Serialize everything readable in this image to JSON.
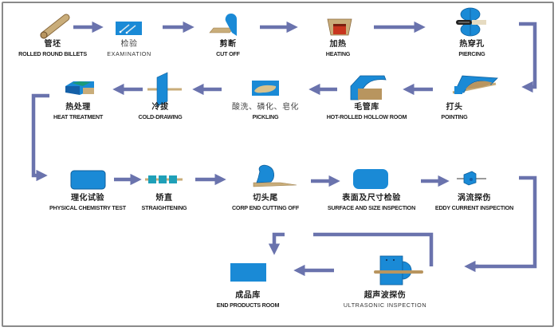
{
  "title": "Seamless steel tube production process flow",
  "colors": {
    "arrow": "#6a73ad",
    "equipment_blue": "#1a8ad6",
    "equipment_dark_blue": "#1460a8",
    "billet_tan": "#c9ad7a",
    "furnace_brown": "#a0522d",
    "furnace_red": "#c8361e",
    "frame_border": "#8a8a8a",
    "label_text": "#1e1e1e"
  },
  "steps": [
    {
      "id": "rolled-round-billets",
      "icon": "billet-rod-icon",
      "zh": "管坯",
      "en": "ROLLED ROUND BILLETS"
    },
    {
      "id": "examination",
      "icon": "examination-panel-icon",
      "zh": "检验",
      "en": "EXAMINATION"
    },
    {
      "id": "cut-off",
      "icon": "cutter-icon",
      "zh": "剪断",
      "en": "CUT OFF"
    },
    {
      "id": "heating",
      "icon": "furnace-icon",
      "zh": "加热",
      "en": "HEATING"
    },
    {
      "id": "piercing",
      "icon": "piercing-rolls-icon",
      "zh": "热穿孔",
      "en": "PIERCING"
    },
    {
      "id": "pointing",
      "icon": "pointing-machine-icon",
      "zh": "打头",
      "en": "POINTING"
    },
    {
      "id": "hot-rolled-hollow-room",
      "icon": "hollow-storage-icon",
      "zh": "毛管库",
      "en": "HOT-ROLLED HOLLOW  ROOM"
    },
    {
      "id": "pickling",
      "icon": "pickling-tank-icon",
      "zh": "酸洗、磷化、皂化",
      "en": "PICKLING"
    },
    {
      "id": "cold-drawing",
      "icon": "drawing-die-icon",
      "zh": "冷拔",
      "en": "COLD-DRAWING"
    },
    {
      "id": "heat-treatment",
      "icon": "heat-treatment-furnace-icon",
      "zh": "热处理",
      "en": "HEAT  TREATMENT"
    },
    {
      "id": "physical-chemistry-test",
      "icon": "test-block-icon",
      "zh": "理化试验",
      "en": "PHYSICAL  CHEMISTRY  TEST"
    },
    {
      "id": "straightening",
      "icon": "straightener-icon",
      "zh": "矫直",
      "en": "STRAIGHTENING"
    },
    {
      "id": "corp-end-cutting-off",
      "icon": "end-cutter-icon",
      "zh": "切头尾",
      "en": "CORP  END  CUTTING  OFF"
    },
    {
      "id": "surface-and-size-inspection",
      "icon": "inspection-block-icon",
      "zh": "表面及尺寸检验",
      "en": "SURFACE  AND SIZE  INSPECTION"
    },
    {
      "id": "eddy-current-inspection",
      "icon": "eddy-current-probe-icon",
      "zh": "涡流探伤",
      "en": "EDDY  CURRENT  INSPECTION"
    },
    {
      "id": "ultrasonic-inspection",
      "icon": "ultrasonic-tester-icon",
      "zh": "超声波探伤",
      "en": "ULTRASONIC INSPECTION"
    },
    {
      "id": "end-products-room",
      "icon": "product-storage-icon",
      "zh": "成品库",
      "en": "END  PRODUCTS  ROOM"
    }
  ],
  "flow": [
    {
      "from": "rolled-round-billets",
      "to": "examination"
    },
    {
      "from": "examination",
      "to": "cut-off"
    },
    {
      "from": "cut-off",
      "to": "heating"
    },
    {
      "from": "heating",
      "to": "piercing"
    },
    {
      "from": "piercing",
      "to": "pointing"
    },
    {
      "from": "pointing",
      "to": "hot-rolled-hollow-room"
    },
    {
      "from": "hot-rolled-hollow-room",
      "to": "pickling"
    },
    {
      "from": "pickling",
      "to": "cold-drawing"
    },
    {
      "from": "cold-drawing",
      "to": "heat-treatment"
    },
    {
      "from": "heat-treatment",
      "to": "physical-chemistry-test"
    },
    {
      "from": "physical-chemistry-test",
      "to": "straightening"
    },
    {
      "from": "straightening",
      "to": "corp-end-cutting-off"
    },
    {
      "from": "corp-end-cutting-off",
      "to": "surface-and-size-inspection"
    },
    {
      "from": "surface-and-size-inspection",
      "to": "eddy-current-inspection"
    },
    {
      "from": "eddy-current-inspection",
      "to": "ultrasonic-inspection"
    },
    {
      "from": "ultrasonic-inspection",
      "to": "end-products-room"
    },
    {
      "from": "ultrasonic-inspection",
      "to": "end-products-room",
      "note": "bypass line"
    }
  ]
}
